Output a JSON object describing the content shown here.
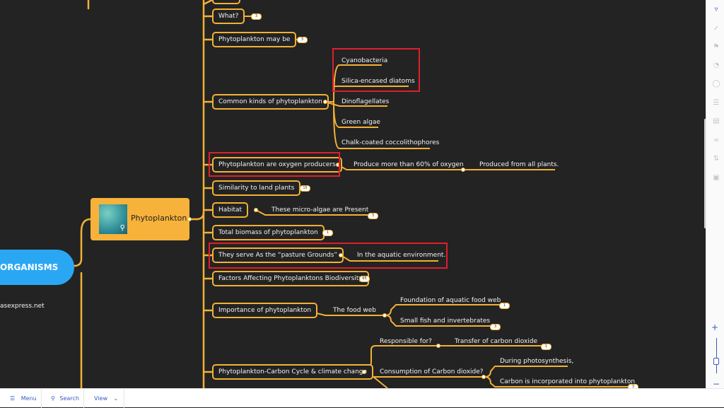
{
  "root": {
    "label": "ORGANISMS",
    "url": "asexpress.net"
  },
  "center": {
    "label": "Phytoplankton"
  },
  "nodes": {
    "what": {
      "label": "What?",
      "badge": "3"
    },
    "may_be": {
      "label": "Phytoplankton may be",
      "badge": "3"
    },
    "common_kinds": {
      "label": "Common kinds of phytoplankton"
    },
    "oxygen": {
      "label": "Phytoplankton are oxygen producers"
    },
    "similarity": {
      "label": "Similarity to land plants",
      "badge": "15"
    },
    "habitat": {
      "label": "Habitat"
    },
    "biomass": {
      "label": "Total biomass of phytoplankton",
      "badge": "1"
    },
    "pasture": {
      "label": "They serve As the “pasture Grounds”"
    },
    "factors": {
      "label": "Factors Affecting Phytoplanktons Biodiversity",
      "badge": "65"
    },
    "importance": {
      "label": "Importance of phytoplankton"
    },
    "carbon": {
      "label": "Phytoplankton-Carbon Cycle & climate change"
    }
  },
  "leaves": {
    "cyanobacteria": "Cyanobacteria",
    "silica": "Silica-encased diatoms",
    "dinoflagellates": "Dinoflagellates",
    "green_algae": "Green algae",
    "chalk": "Chalk-coated coccolithophores",
    "produce_60": "Produce more than 60% of oxygen",
    "produced_all": "Produced from all plants.",
    "micro_algae": "These micro-algae are Present",
    "micro_algae_badge": "3",
    "aquatic_env": "In the aquatic environment.",
    "food_web": "The food web",
    "foundation": "Foundation of aquatic food web",
    "foundation_badge": "1",
    "small_fish": "Small fish and invertebrates",
    "small_fish_badge": "3",
    "responsible": "Responsible for?",
    "transfer": "Transfer of carbon dioxide",
    "transfer_badge": "1",
    "consumption": "Consumption of Carbon dioxide?",
    "photosynthesis": "During photosynthesis,",
    "incorporated": "Carbon is incorporated into phytoplankton",
    "incorporated_badge": "3"
  },
  "bottom_bar": {
    "menu": "Menu",
    "search": "Search",
    "view": "View"
  },
  "toolbar_icons": [
    "filter-icon",
    "check-icon",
    "flag-icon",
    "speed-icon",
    "tag-icon",
    "list-icon",
    "note-icon",
    "link-icon",
    "sort-icon",
    "image-icon"
  ],
  "colors": {
    "branch": "#f2b134",
    "root": "#2aa7f3",
    "center": "#f6b23a",
    "highlight": "#e01e2b",
    "accent": "#3b5bbf"
  }
}
